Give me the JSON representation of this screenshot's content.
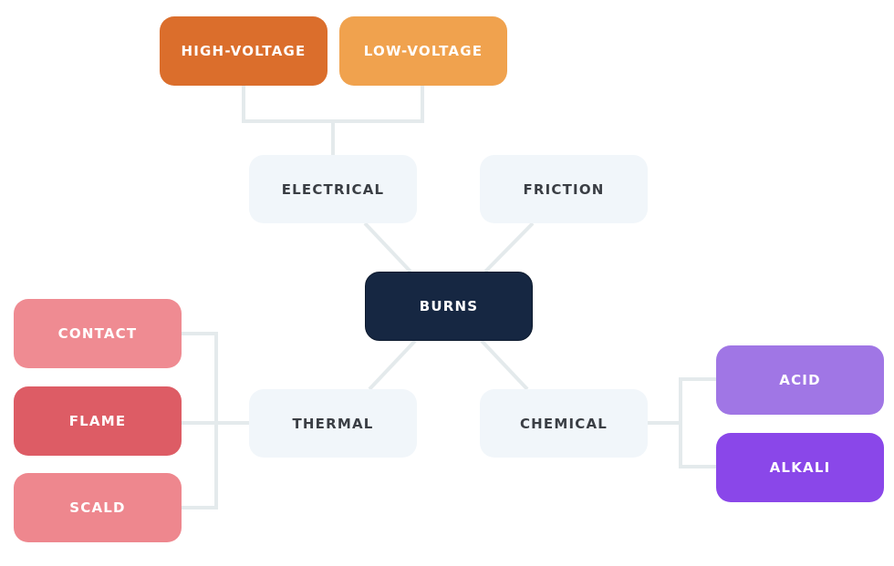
{
  "diagram": {
    "type": "mind-map",
    "root": {
      "id": "burns",
      "label": "BURNS",
      "color": "#162742"
    },
    "categories": [
      {
        "id": "electrical",
        "label": "ELECTRICAL",
        "color": "#f1f6fa",
        "children": [
          {
            "id": "high-voltage",
            "label": "HIGH-VOLTAGE",
            "color": "#db6e2c"
          },
          {
            "id": "low-voltage",
            "label": "LOW-VOLTAGE",
            "color": "#f0a24e"
          }
        ]
      },
      {
        "id": "friction",
        "label": "FRICTION",
        "color": "#f1f6fa",
        "children": []
      },
      {
        "id": "thermal",
        "label": "THERMAL",
        "color": "#f1f6fa",
        "children": [
          {
            "id": "contact",
            "label": "CONTACT",
            "color": "#ef8b92"
          },
          {
            "id": "flame",
            "label": "FLAME",
            "color": "#dd5c65"
          },
          {
            "id": "scald",
            "label": "SCALD",
            "color": "#ee878e"
          }
        ]
      },
      {
        "id": "chemical",
        "label": "CHEMICAL",
        "color": "#f1f6fa",
        "children": [
          {
            "id": "acid",
            "label": "ACID",
            "color": "#a076e5"
          },
          {
            "id": "alkali",
            "label": "ALKALI",
            "color": "#8a47e9"
          }
        ]
      }
    ]
  },
  "colors": {
    "connector": "#e4eaec",
    "category_text": "#3a3e44",
    "leaf_text": "#ffffff"
  }
}
